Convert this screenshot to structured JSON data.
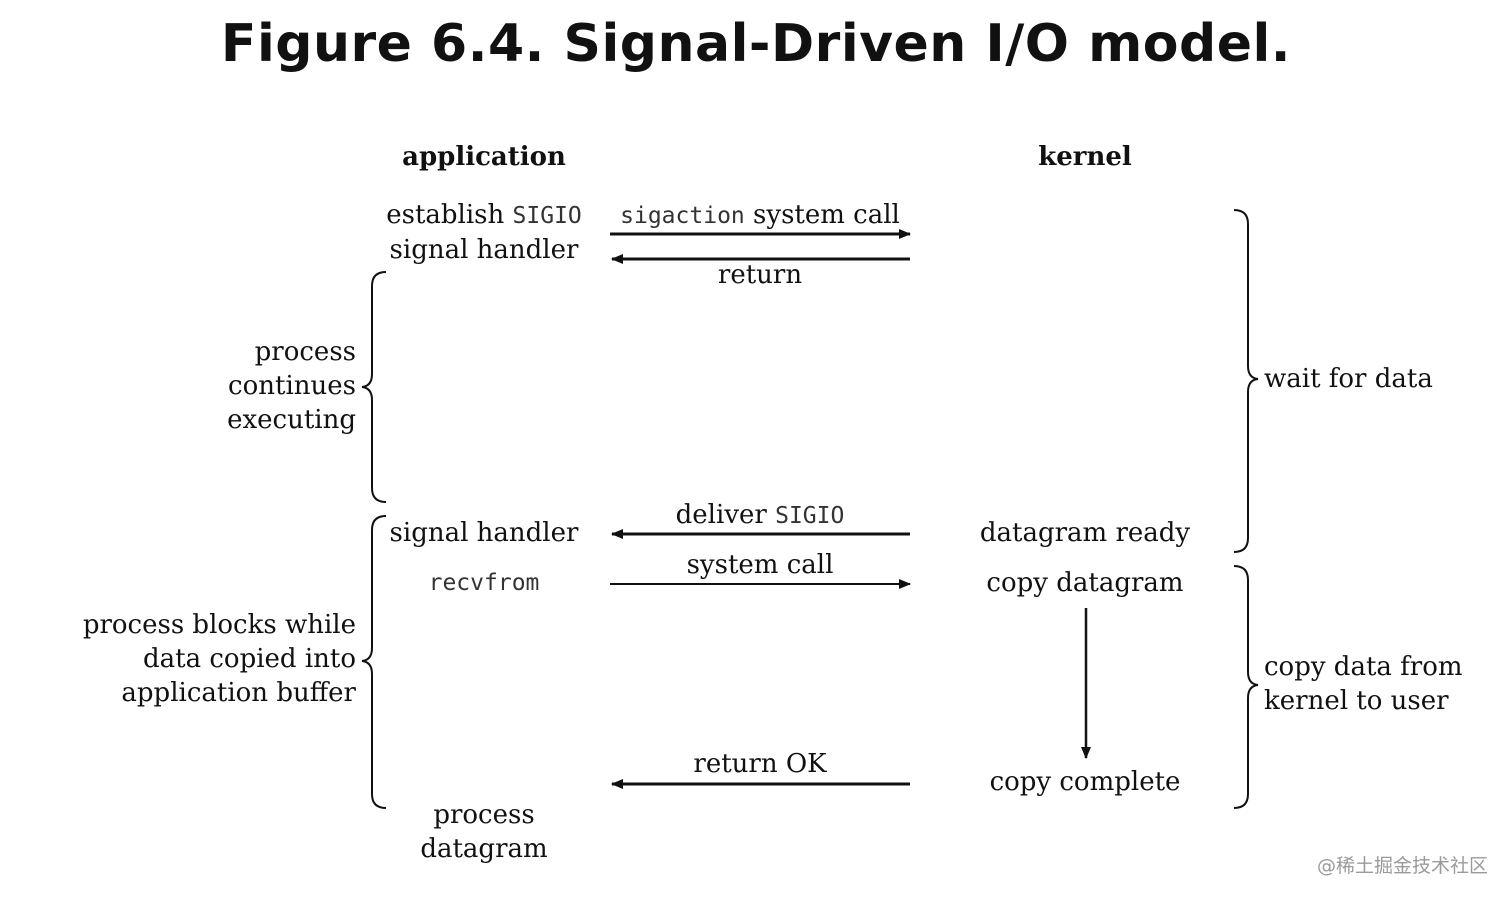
{
  "title": "Figure 6.4. Signal-Driven I/O model.",
  "columns": {
    "application": "application",
    "kernel": "kernel"
  },
  "app_steps": {
    "establish_prefix": "establish",
    "sigio": "SIGIO",
    "signal_handler": "signal handler",
    "handler2": "signal handler",
    "recvfrom": "recvfrom",
    "process_line1": "process",
    "process_line2": "datagram"
  },
  "arrows": {
    "sigaction": "sigaction",
    "system_call_suffix": "system call",
    "return": "return",
    "deliver_prefix": "deliver",
    "deliver_sigio": "SIGIO",
    "system_call": "system call",
    "return_ok": "return OK"
  },
  "kernel_steps": {
    "datagram_ready": "datagram ready",
    "copy_datagram": "copy datagram",
    "copy_complete": "copy complete"
  },
  "left_braces": {
    "continues": [
      "process",
      "continues",
      "executing"
    ],
    "blocks": [
      "process blocks while",
      "data copied into",
      "application buffer"
    ]
  },
  "right_braces": {
    "wait": "wait for data",
    "copy": [
      "copy data from",
      "kernel to user"
    ]
  },
  "watermark": "@稀土掘金技术社区"
}
